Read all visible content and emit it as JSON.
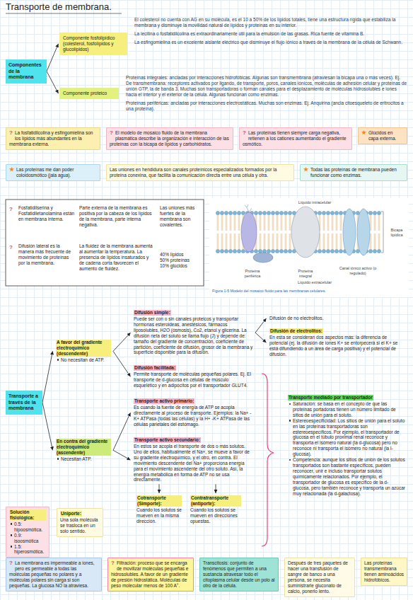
{
  "diagram": {
    "title": "Transporte de membrana.",
    "nodes": [
      {
        "text": [
          "Componentes de la membrana"
        ]
      },
      {
        "text": [
          "Componente fosfolipídico (colesterol, fosfolípidos y glucolípidos)"
        ]
      },
      {
        "text": [
          "Componente proteico"
        ]
      },
      {
        "text": [
          "?",
          "La fosfatidilcolina y esfingomielina son los lípidos más abundantes en la membrana externa."
        ]
      },
      {
        "text": [
          "?",
          "El modelo de mosaico fluido de la membrana plasmática describe la organización e interacción de las proteínas con la bicapa de lípidos y carbohidratos."
        ]
      },
      {
        "text": [
          "?",
          "Las proteínas tienen siempre carga negativa, retienen a los cationes aumentando el gradiente osmótico."
        ]
      },
      {
        "text": [
          "★",
          "Glúcidos en capa externa."
        ]
      },
      {
        "text": [
          "★",
          "Las proteínas me dan poder coloidosmótico (jala agua)."
        ]
      },
      {
        "text": [
          "Las uniones en hendidura son canales proteínicos especializados formados por la proteína conexina, que facilita la comunicación directa entre una célula y otra."
        ]
      },
      {
        "text": [
          "★",
          "Todas las proteínas de membrana pueden funcionar como enzimas."
        ]
      },
      {
        "text": [
          "Transporte a través de la membrana"
        ]
      },
      {
        "text": [
          "A favor del gradiente electroquímico (descendente)",
          "No necesitan de ATP."
        ]
      },
      {
        "text": [
          "Difusión simple:",
          "Puede ser con o sin canales proteicos y transportar hormonas esteroideas, anestésicos, fármacos liposolubles, H2O (ósmosis), Co2, etanol y glicerina. La difusión neta del soluto se llama flujo (J) y depende de: tamaño del gradiente de concentración, coeficiente de partición, coeficiente de difusión, grosor de la membrana y superficie disponible para la difusión."
        ]
      },
      {
        "text": [
          "Difusión de no electrolitos."
        ]
      },
      {
        "text": [
          "Difusión de electrolitos:",
          "En esta se consideran dos aspectos más: la diferencia de potencial (ej. la difusión de iones K+ se entorpecerá si el K+ se está difundiendo a un área de carga positiva) y el potencial de difusión."
        ]
      },
      {
        "text": [
          "Difusión facilitada:",
          "Permite transporte de moléculas pequeñas polares. Ej. El transporte de d-glucosa en células de músculo esquelético y en adipocitos por el transportador GLUT4."
        ]
      },
      {
        "text": [
          "En contra del gradiente electroquímico (ascendente)",
          "Necesitan ATP."
        ]
      },
      {
        "text": [
          "Transporte activo primario:",
          "Es cuando la fuente de energía de ATP se acopla directamente al proceso de transporte. Ejemplos: la Na+ -K+ ATPasa (todas las células) y la H+ -K+ ATPasa de las células parietales del estómago."
        ]
      },
      {
        "text": [
          "Transporte activo secundario:",
          "En estos se acopla el transporte de dos o más solutos. Uno de ellos, habitualmente el Na+, se mueve a favor de su gradiente electroquímico, y el otro, en contra. El movimiento descendente del Na+ proporciona energía para el movimiento ascendente del otro soluto. Así, la energía metabólica en forma de ATP no se usa directamente."
        ]
      },
      {
        "text": [
          "Transporte mediado por transportador",
          "Saturación: se basa en el concepto de que las proteínas portadoras tienen un número limitado de sitios de unión para el soluto.",
          "Estereoespecificidad: Los sitios de unión para el soluto en las proteínas transportadoras son estereoespecíficos. Por ejemplo, el transportador de glucosa en el túbulo proximal renal reconoce y transporta el isómero natural (la d-glucosa) pero no reconoce ni transporta el isómero no natural (la l-glucosa).",
          "Competencia: aunque los sitios de unión de los solutos transportados son bastante específicos, pueden reconocer, unir e incluso transportar solutos químicamente relacionados. Por ejemplo, el transportador de glucosa es específico de la d-glucosa, pero también reconoce y transporta un azúcar muy relacionada (la d-galactosa)."
        ]
      },
      {
        "text": [
          "Solución fisiológica:",
          "0.5: hipoosmótica.",
          "0.9: isoosmótica",
          "1.5: hiperosmótica."
        ]
      },
      {
        "text": [
          "Uniporte:",
          "Una sola molécula se trasloca en un solo sentido."
        ]
      },
      {
        "text": [
          "Cotransporte (Simporte):",
          "Cuando los solutos se mueven en la misma dirección."
        ]
      },
      {
        "text": [
          "Contratransporte (antiporte):",
          "Cuando los solutos se mueven en direcciones opuestas."
        ]
      },
      {
        "text": [
          "?",
          "La membrana es impermeable a iones, pero es permeable a todas las moléculas pequeñas no polares y a moléculas polares sin carga si son pequeñas. La glucosa NO la atraviesa."
        ]
      },
      {
        "text": [
          "?",
          "Filtración: proceso que se encarga de movilizar moléculas pequeñas e hidrosolubles. A favor de un gradiente de presión hidrostática. Moléculas de peso molecular menos de 100 A°."
        ]
      },
      {
        "text": [
          "Transcitosis: conjunto de fenómenos que permiten a una sustancia atravesar todo el citoplasma celular desde un polo al otro de la célula."
        ]
      },
      {
        "text": [
          "Después de tres paquetes de hacer una transfusión de sangre de banco a una persona, se necesita suministrarle gluconato de calcio, ponerlo lento."
        ]
      },
      {
        "text": [
          "Las proteínas transmembrana tienen aminoácidos hidrofóbicos."
        ]
      }
    ],
    "edges": [
      {
        "from": 0,
        "to": 1,
        "arrow": "to"
      },
      {
        "from": 0,
        "to": 2,
        "arrow": "to"
      },
      {
        "from": 10,
        "to": 11,
        "arrow": "to"
      },
      {
        "from": 10,
        "to": 16,
        "arrow": "to"
      },
      {
        "from": 11,
        "to": 12,
        "arrow": "to"
      },
      {
        "from": 11,
        "to": 15,
        "arrow": "to"
      },
      {
        "from": 12,
        "to": 13,
        "arrow": "to"
      },
      {
        "from": 12,
        "to": 14,
        "arrow": "to"
      },
      {
        "from": 16,
        "to": 17,
        "arrow": "to"
      },
      {
        "from": 16,
        "to": 18,
        "arrow": "to"
      },
      {
        "from": 18,
        "to": 22,
        "arrow": "to"
      },
      {
        "from": 18,
        "to": 23,
        "arrow": "to"
      }
    ],
    "labels": [
      "El colesterol no cuenta con AG en su molécula, es el 10 a 50% de los lípidos totales, tiene una estructura rígida que estabiliza la membrana y disminuye la movilidad natural de lípidos y proteínas en su interior.",
      "La lecitina o fosfatidilcolina es extraordinariamente útil para la emulsión de las grasas. Rica fuente de vitamina B.",
      "La esfingomielina es un excelente aislante eléctrico que disminuye el flujo iónico a través de la membrana de la célula de Schwann.",
      "Proteínas integrales: ancladas por interacciones hidrofóbicas. Algunas son transmembrana (atraviesan la bicapa una o más veces). Ej. De transmembrana: receptores activados por ligando, de transporte, poros, canales iónicos, moléculas de adhesión celular y proteínas de unión GTP, la de banda 3. Muchas son transportadoras o forman canales para el desplazamiento de moléculas hidrosolubles e iones hacia el interior y el exterior de la célula. Algunas funcionan como enzimas.",
      "Proteínas periféricas: ancladas por interacciones electrostáticas. Muchas son enzimas. Ej. Anquirina (ancla citoesqueleto de eritrocitos a una proteína).",
      "?",
      "Fosfatidilserina y Fosfatidiletanolamina están en membrana interna.",
      "Parte externa de la membrana es positiva por la cabeza de los lípidos de la membrana, parte interna negativa.",
      "Las uniones más fuertes de la membrana son covalentes.",
      "?",
      "Difusión lateral es la manera más frecuente de movimiento de proteínas por la membrana.",
      "La fluidez de la membrana aumenta al aumentar la temperatura. La presencia de lípidos insaturados y de cadena corta favorecen el aumento de fluidez.",
      "40% lípidos 50% proteínas 10% glúcidos",
      "Líquido intracelular",
      "Bicapa lipídica",
      "Proteína periférica",
      "Proteína integral",
      "Canal iónico activo (o regulado)",
      "Líquido extracelular",
      "Figura 1-5  Modelo del mosaico fluido para las membranas celulares."
    ]
  }
}
